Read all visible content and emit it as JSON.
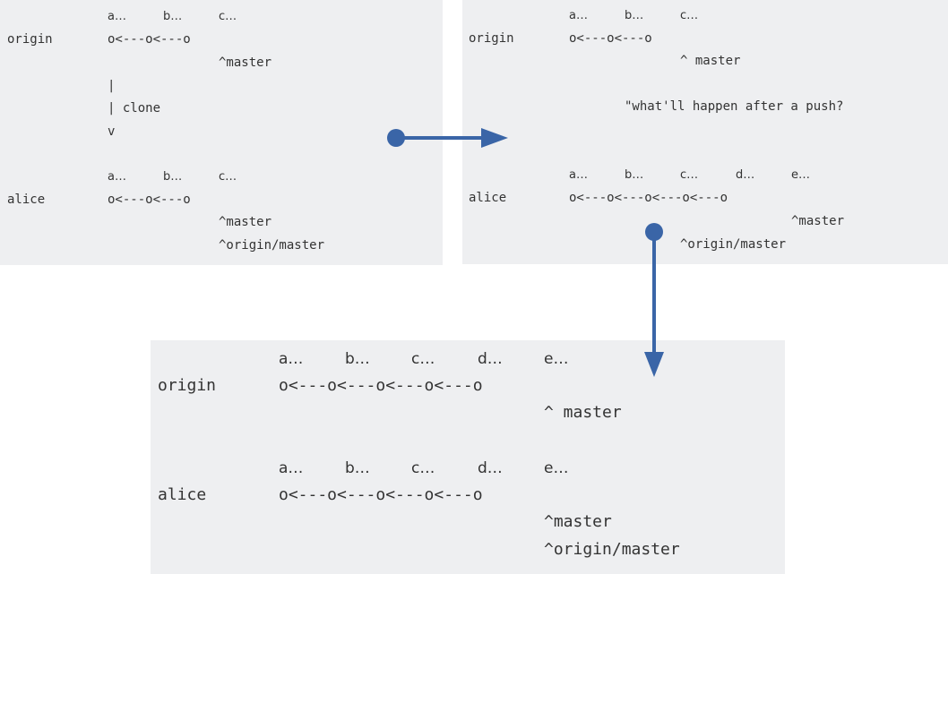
{
  "panel1": {
    "commit_labels": [
      "a…",
      "b…",
      "c…"
    ],
    "origin_label": "origin",
    "origin_chain": "o<---o<---o",
    "origin_master": "^master",
    "clone_bar1": "|",
    "clone_bar2": "| clone",
    "clone_arrow": "v",
    "alice_commit_labels": [
      "a…",
      "b…",
      "c…"
    ],
    "alice_label": "alice",
    "alice_chain": "o<---o<---o",
    "alice_master": "^master",
    "alice_origin_master": "^origin/master"
  },
  "panel2": {
    "commit_labels": [
      "a…",
      "b…",
      "c…"
    ],
    "origin_label": "origin",
    "origin_chain": "o<---o<---o",
    "origin_master": "^ master",
    "question": "\"what'll happen after a push?",
    "alice_commit_labels": [
      "a…",
      "b…",
      "c…",
      "d…",
      "e…"
    ],
    "alice_label": "alice",
    "alice_chain": "o<---o<---o<---o<---o",
    "alice_master": "^master",
    "alice_origin_master": "^origin/master"
  },
  "panel3": {
    "commit_labels": [
      "a…",
      "b…",
      "c…",
      "d…",
      "e…"
    ],
    "origin_label": "origin",
    "origin_chain": "o<---o<---o<---o<---o",
    "origin_master": "^ master",
    "alice_commit_labels": [
      "a…",
      "b…",
      "c…",
      "d…",
      "e…"
    ],
    "alice_label": "alice",
    "alice_chain": "o<---o<---o<---o<---o",
    "alice_master": "^master",
    "alice_origin_master": "^origin/master"
  },
  "colors": {
    "panel_bg": "#eeeff1",
    "arrow": "#3a65a7",
    "text": "#333333"
  }
}
